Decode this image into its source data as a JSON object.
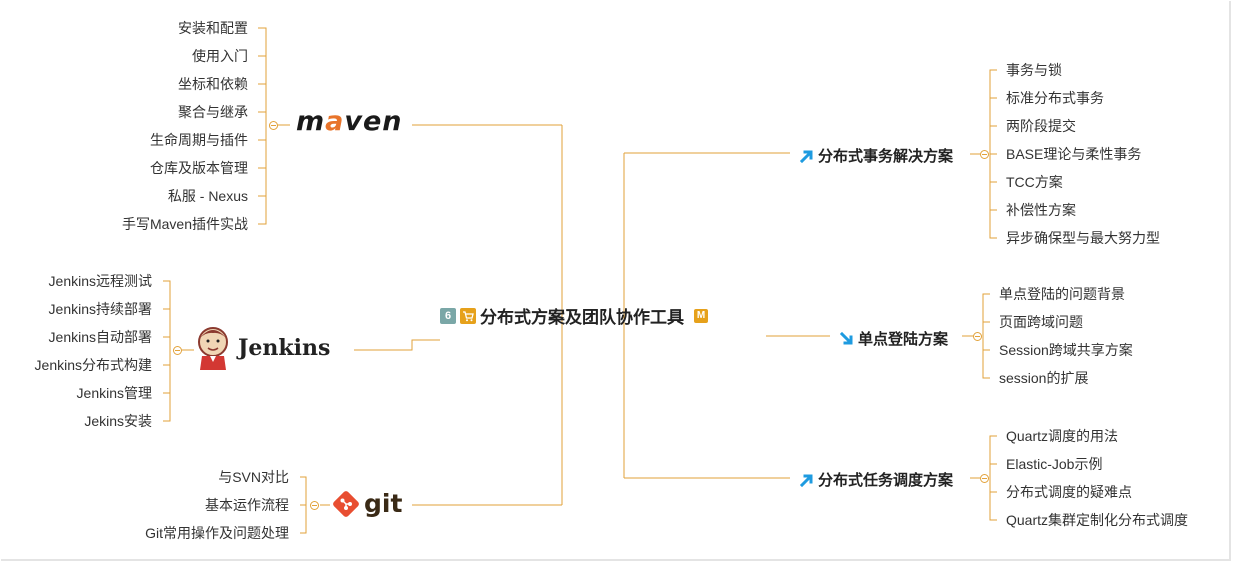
{
  "center": {
    "badge": "6",
    "title": "分布式方案及团队协作工具",
    "marker": "M",
    "icons": [
      "number-badge-icon",
      "cart-icon",
      "m-marker-icon"
    ]
  },
  "maven": {
    "logo_prefix": "m",
    "logo_accent": "a",
    "logo_suffix": "ven",
    "items": [
      "安装和配置",
      "使用入门",
      "坐标和依赖",
      "聚合与继承",
      "生命周期与插件",
      "仓库及版本管理",
      "私服 - Nexus",
      "手写Maven插件实战"
    ]
  },
  "jenkins": {
    "logo_text": "Jenkins",
    "items": [
      "Jenkins远程测试",
      "Jenkins持续部署",
      "Jenkins自动部署",
      "Jenkins分布式构建",
      "Jenkins管理",
      "Jekins安装"
    ]
  },
  "git": {
    "logo_text": "git",
    "items": [
      "与SVN对比",
      "基本运作流程",
      "Git常用操作及问题处理"
    ]
  },
  "tx": {
    "title": "分布式事务解决方案",
    "items": [
      "事务与锁",
      "标准分布式事务",
      "两阶段提交",
      "BASE理论与柔性事务",
      "TCC方案",
      "补偿性方案",
      "异步确保型与最大努力型"
    ]
  },
  "sso": {
    "title": "单点登陆方案",
    "items": [
      "单点登陆的问题背景",
      "页面跨域问题",
      "Session跨域共享方案",
      "session的扩展"
    ]
  },
  "sched": {
    "title": "分布式任务调度方案",
    "items": [
      "Quartz调度的用法",
      "Elastic-Job示例",
      "分布式调度的疑难点",
      "Quartz集群定制化分布式调度"
    ]
  },
  "colors": {
    "line": "#e2a23a",
    "arrow": "#1e9be0",
    "maven_accent": "#e8742b",
    "git_red": "#e84e31",
    "badge": "#7aa7a7",
    "marker": "#e6a11b"
  }
}
